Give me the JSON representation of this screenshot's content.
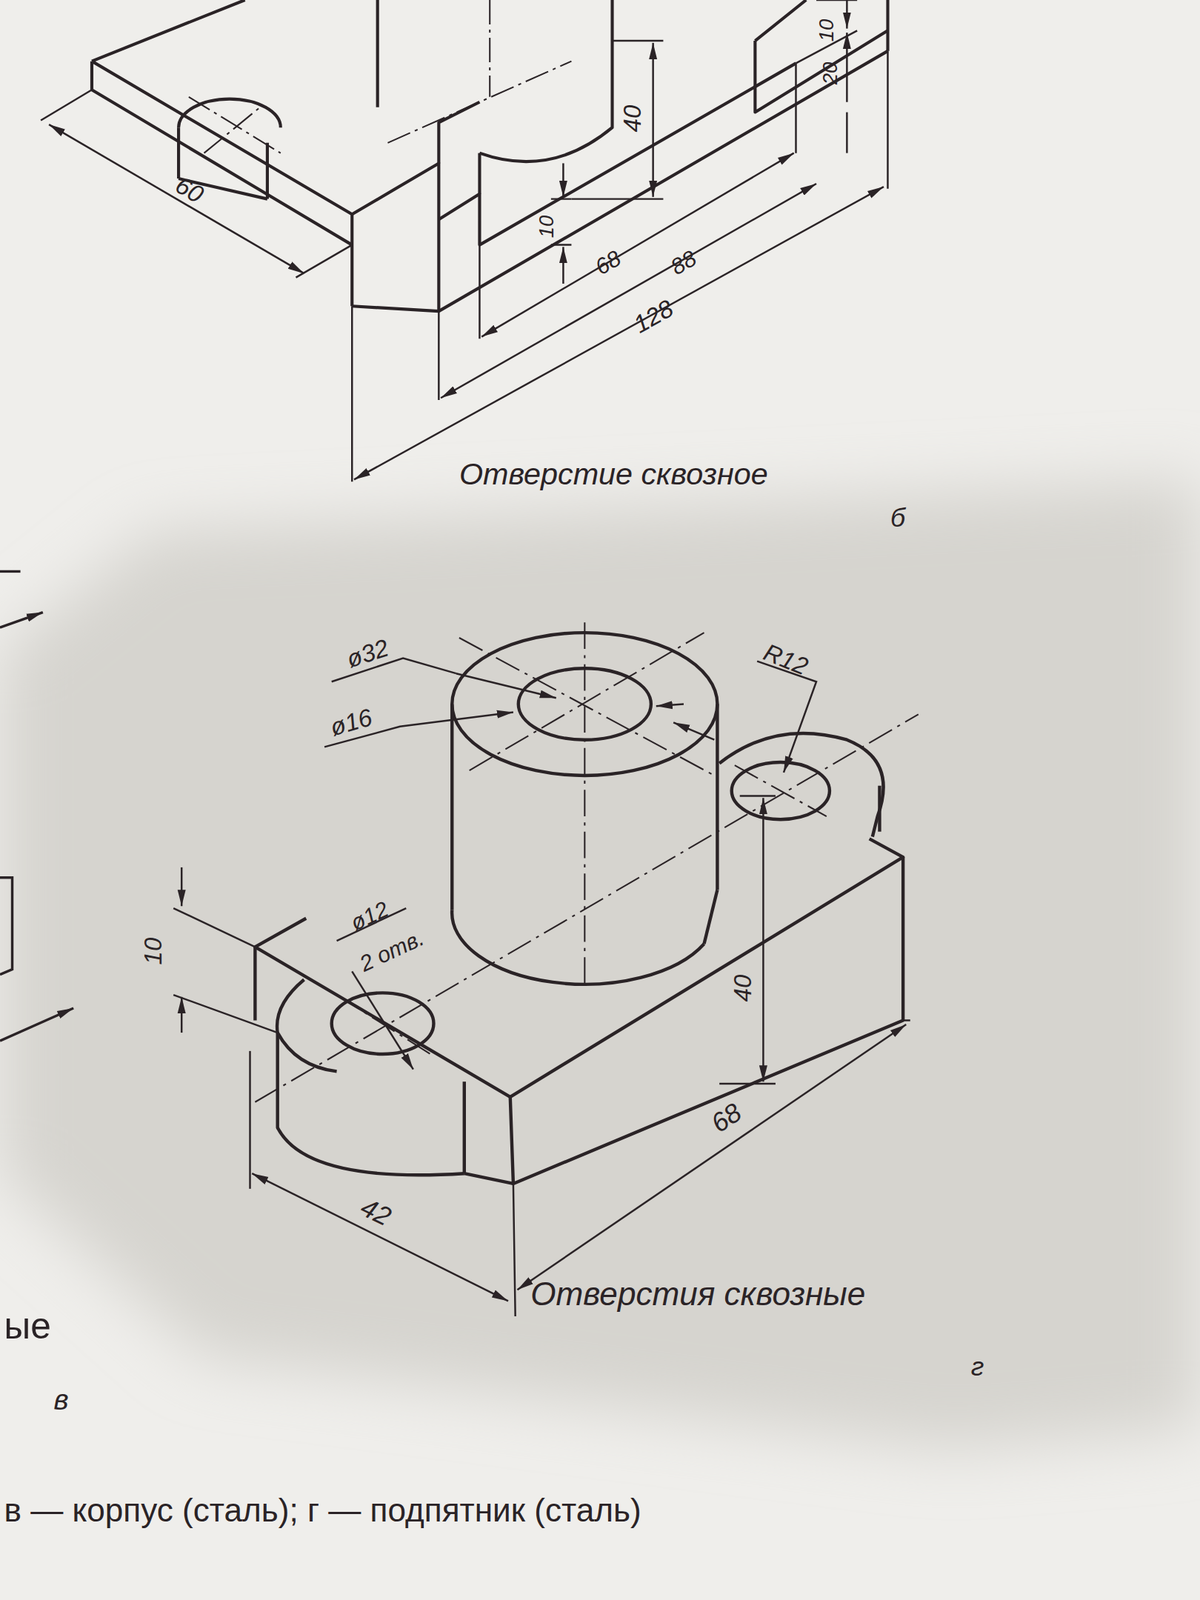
{
  "diagram": {
    "labels": [
      "60",
      "40",
      "10",
      "20",
      "10",
      "68",
      "88",
      "128",
      "Отверстие сквозное",
      "б",
      "ø32",
      "ø16",
      "R12",
      "ø12",
      "2 отв.",
      "10",
      "40",
      "68",
      "42",
      "Отверстия сквозные",
      "г",
      "ые",
      "в",
      "в — корпус (сталь); г — подпятник (сталь)"
    ]
  }
}
